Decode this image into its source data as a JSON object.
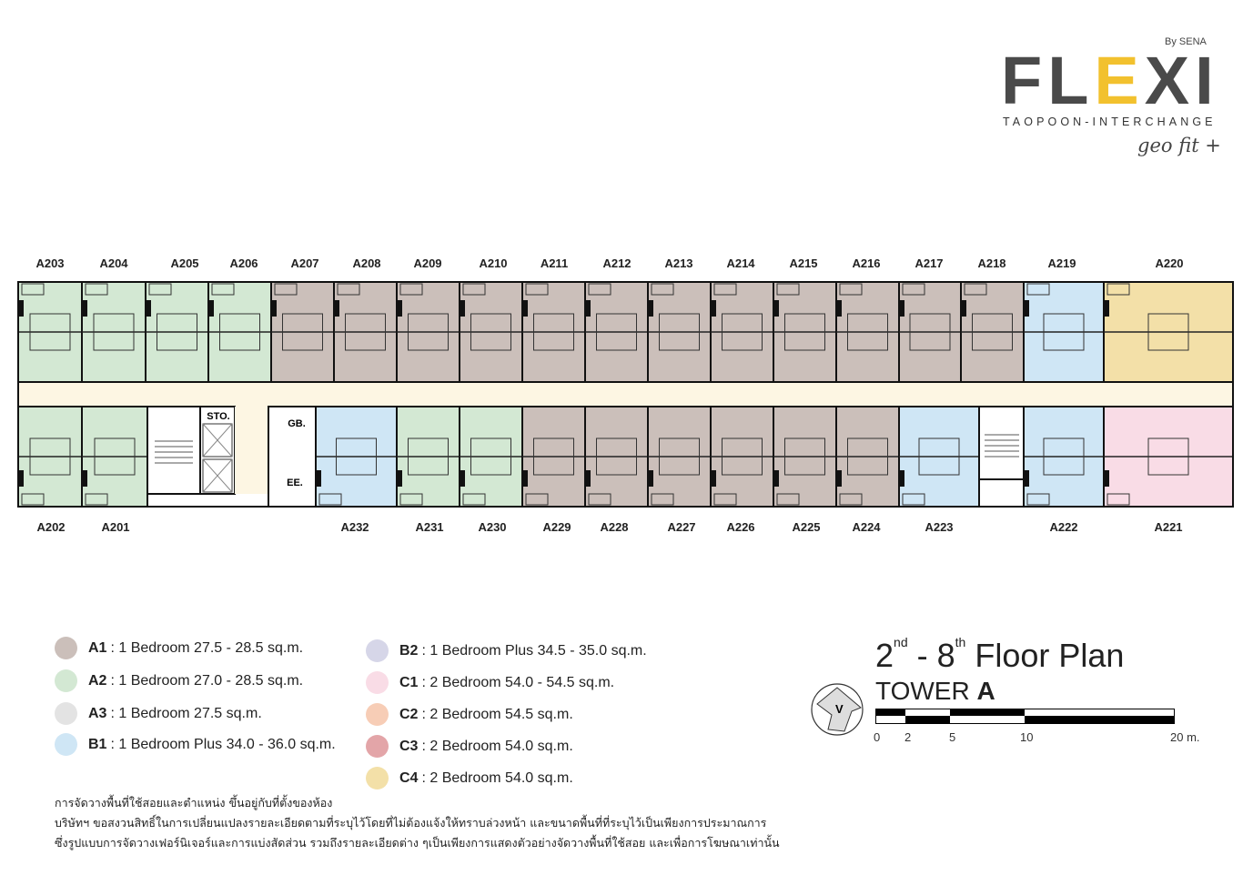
{
  "logo": {
    "by": "By SENA",
    "brand": "FLEXI",
    "location": "TAOPOON-INTERCHANGE",
    "sub_brand": "geo fit +"
  },
  "colors": {
    "A1": "#cbbfba",
    "A2": "#d3e8d3",
    "A3": "#e3e3e3",
    "B1": "#cfe6f5",
    "B2": "#d6d6e8",
    "C1": "#f9dce6",
    "C2": "#f7cdb6",
    "C3": "#e3a5a8",
    "C4": "#f3e0a8",
    "corridor": "#fdf6e3"
  },
  "top_units": [
    {
      "label": "A203",
      "type": "A2"
    },
    {
      "label": "A204",
      "type": "A2"
    },
    {
      "label": "A205",
      "type": "A2"
    },
    {
      "label": "A206",
      "type": "A2"
    },
    {
      "label": "A207",
      "type": "A1"
    },
    {
      "label": "A208",
      "type": "A1"
    },
    {
      "label": "A209",
      "type": "A1"
    },
    {
      "label": "A210",
      "type": "A1"
    },
    {
      "label": "A211",
      "type": "A1"
    },
    {
      "label": "A212",
      "type": "A1"
    },
    {
      "label": "A213",
      "type": "A1"
    },
    {
      "label": "A214",
      "type": "A1"
    },
    {
      "label": "A215",
      "type": "A1"
    },
    {
      "label": "A216",
      "type": "A1"
    },
    {
      "label": "A217",
      "type": "A1"
    },
    {
      "label": "A218",
      "type": "A1"
    },
    {
      "label": "A219",
      "type": "B1"
    },
    {
      "label": "A220",
      "type": "C4"
    }
  ],
  "bottom_units": [
    {
      "label": "A202",
      "type": "A2"
    },
    {
      "label": "A201",
      "type": "A2"
    },
    {
      "label": "A232",
      "type": "B1"
    },
    {
      "label": "A231",
      "type": "A2"
    },
    {
      "label": "A230",
      "type": "A2"
    },
    {
      "label": "A229",
      "type": "A1"
    },
    {
      "label": "A228",
      "type": "A1"
    },
    {
      "label": "A227",
      "type": "A1"
    },
    {
      "label": "A226",
      "type": "A1"
    },
    {
      "label": "A225",
      "type": "A1"
    },
    {
      "label": "A224",
      "type": "A1"
    },
    {
      "label": "A223",
      "type": "B1"
    },
    {
      "label": "A222",
      "type": "B1"
    },
    {
      "label": "A221",
      "type": "C1"
    }
  ],
  "rooms": {
    "storage": "STO.",
    "garbage": "GB.",
    "electrical": "EE."
  },
  "legend": [
    {
      "code": "A1",
      "desc": ": 1 Bedroom 27.5 - 28.5 sq.m."
    },
    {
      "code": "A2",
      "desc": ": 1 Bedroom 27.0 - 28.5 sq.m."
    },
    {
      "code": "A3",
      "desc": ": 1 Bedroom 27.5 sq.m."
    },
    {
      "code": "B1",
      "desc": ": 1 Bedroom Plus 34.0 - 36.0 sq.m."
    },
    {
      "code": "B2",
      "desc": ": 1 Bedroom Plus 34.5 - 35.0 sq.m."
    },
    {
      "code": "C1",
      "desc": ": 2 Bedroom 54.0 - 54.5 sq.m."
    },
    {
      "code": "C2",
      "desc": ": 2 Bedroom 54.5 sq.m."
    },
    {
      "code": "C3",
      "desc": ": 2 Bedroom 54.0 sq.m."
    },
    {
      "code": "C4",
      "desc": ": 2 Bedroom 54.0 sq.m."
    }
  ],
  "title": {
    "from": "2",
    "from_sup": "nd",
    "dash": " - ",
    "to": "8",
    "to_sup": "th",
    "text": " Floor Plan",
    "tower": "TOWER",
    "tower_id": "A"
  },
  "compass": {
    "letter": "V"
  },
  "scale": {
    "ticks": [
      "0",
      "2",
      "5",
      "10",
      "20 m."
    ]
  },
  "notes": [
    "การจัดวางพื้นที่ใช้สอยและตำแหน่ง ขึ้นอยู่กับที่ตั้งของห้อง",
    "บริษัทฯ ขอสงวนสิทธิ์ในการเปลี่ยนแปลงรายละเอียดตามที่ระบุไว้โดยที่ไม่ต้องแจ้งให้ทราบล่วงหน้า และขนาดพื้นที่ที่ระบุไว้เป็นเพียงการประมาณการ",
    "ซึ่งรูปแบบการจัดวางเฟอร์นิเจอร์และการแบ่งสัดส่วน รวมถึงรายละเอียดต่าง ๆเป็นเพียงการแสดงตัวอย่างจัดวางพื้นที่ใช้สอย และเพื่อการโฆษณาเท่านั้น"
  ]
}
